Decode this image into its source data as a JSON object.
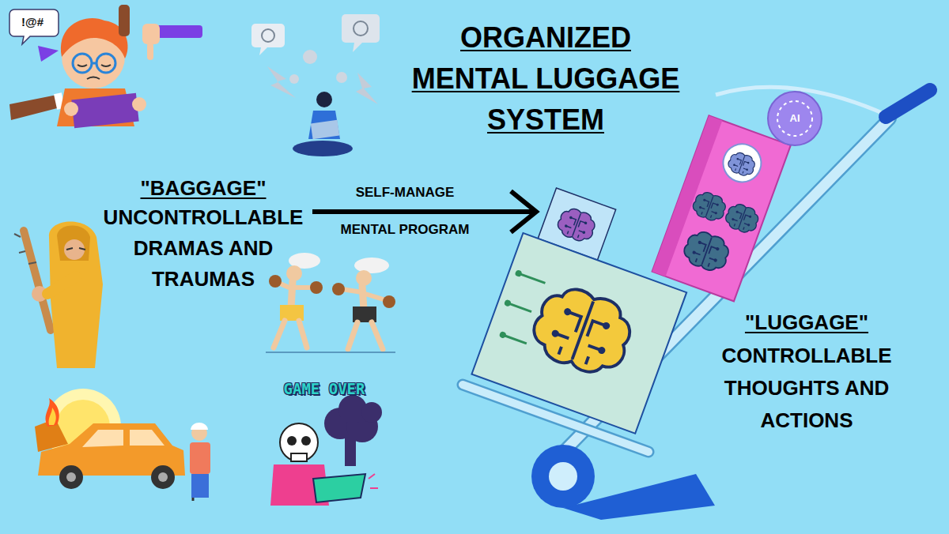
{
  "diagram": {
    "title": "ORGANIZED MENTAL LUGGAGE SYSTEM",
    "labels": [
      "!@#",
      "\"BAGGAGE\"",
      "UNCONTROLLABLE DRAMAS AND TRAUMAS",
      "SELF-MANAGE",
      "MENTAL PROGRAM",
      "GAME OVER",
      "AI",
      "\"LUGGAGE\"",
      "CONTROLLABLE THOUGHTS AND ACTIONS"
    ]
  }
}
